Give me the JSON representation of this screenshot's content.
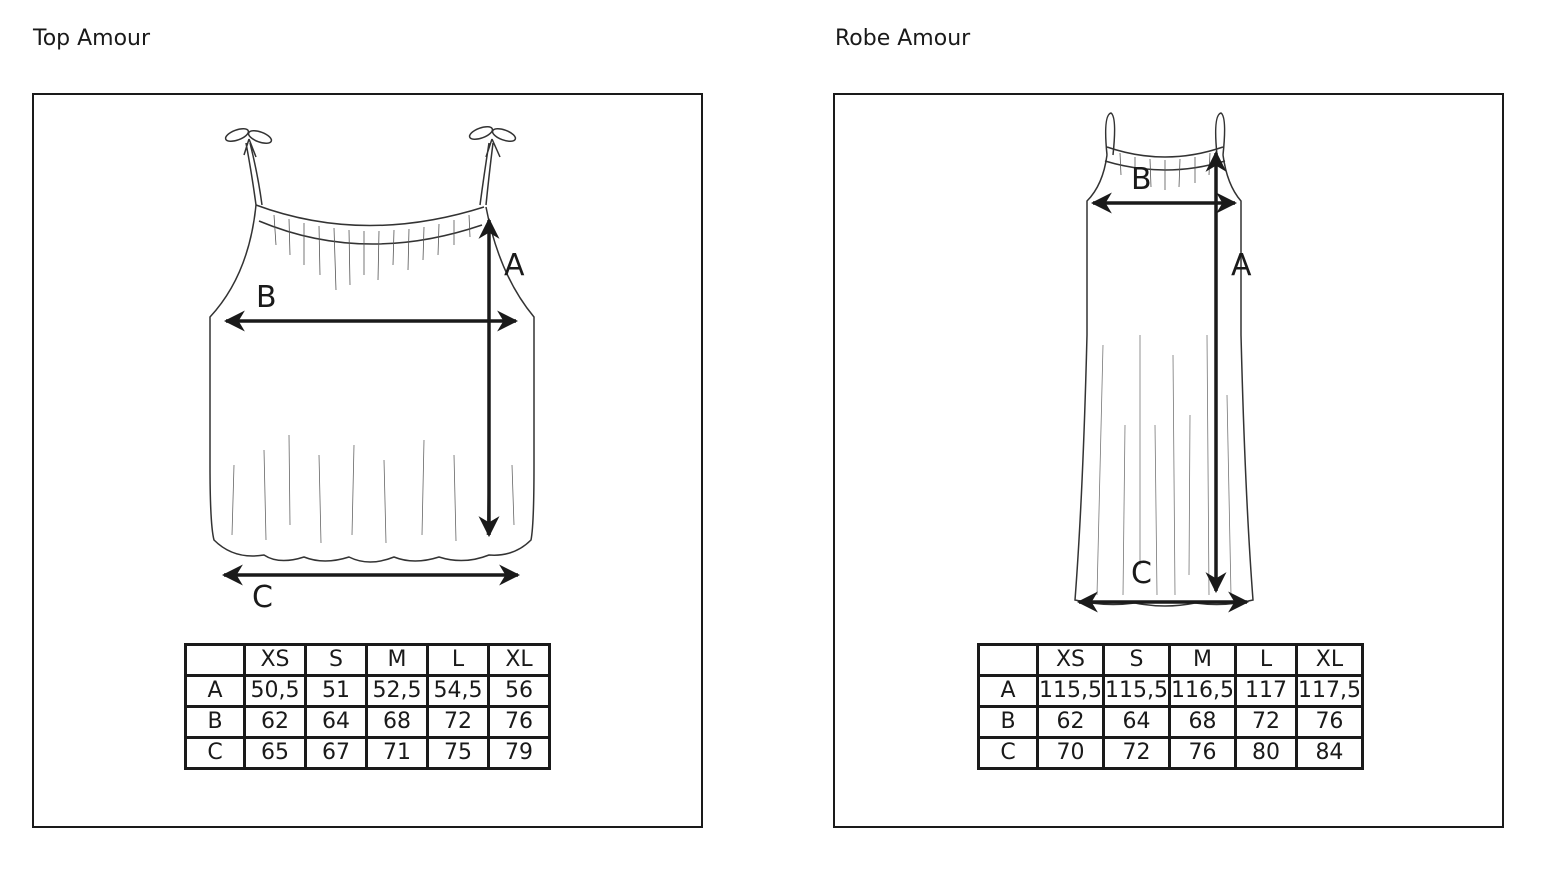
{
  "panels": [
    {
      "title": "Top Amour",
      "labels": {
        "a": "A",
        "b": "B",
        "c": "C"
      },
      "table": {
        "headers": [
          "",
          "XS",
          "S",
          "M",
          "L",
          "XL"
        ],
        "rows": [
          [
            "A",
            "50,5",
            "51",
            "52,5",
            "54,5",
            "56"
          ],
          [
            "B",
            "62",
            "64",
            "68",
            "72",
            "76"
          ],
          [
            "C",
            "65",
            "67",
            "71",
            "75",
            "79"
          ]
        ]
      }
    },
    {
      "title": "Robe Amour",
      "labels": {
        "a": "A",
        "b": "B",
        "c": "C"
      },
      "table": {
        "headers": [
          "",
          "XS",
          "S",
          "M",
          "L",
          "XL"
        ],
        "rows": [
          [
            "A",
            "115,5",
            "115,5",
            "116,5",
            "117",
            "117,5"
          ],
          [
            "B",
            "62",
            "64",
            "68",
            "72",
            "76"
          ],
          [
            "C",
            "70",
            "72",
            "76",
            "80",
            "84"
          ]
        ]
      }
    }
  ]
}
